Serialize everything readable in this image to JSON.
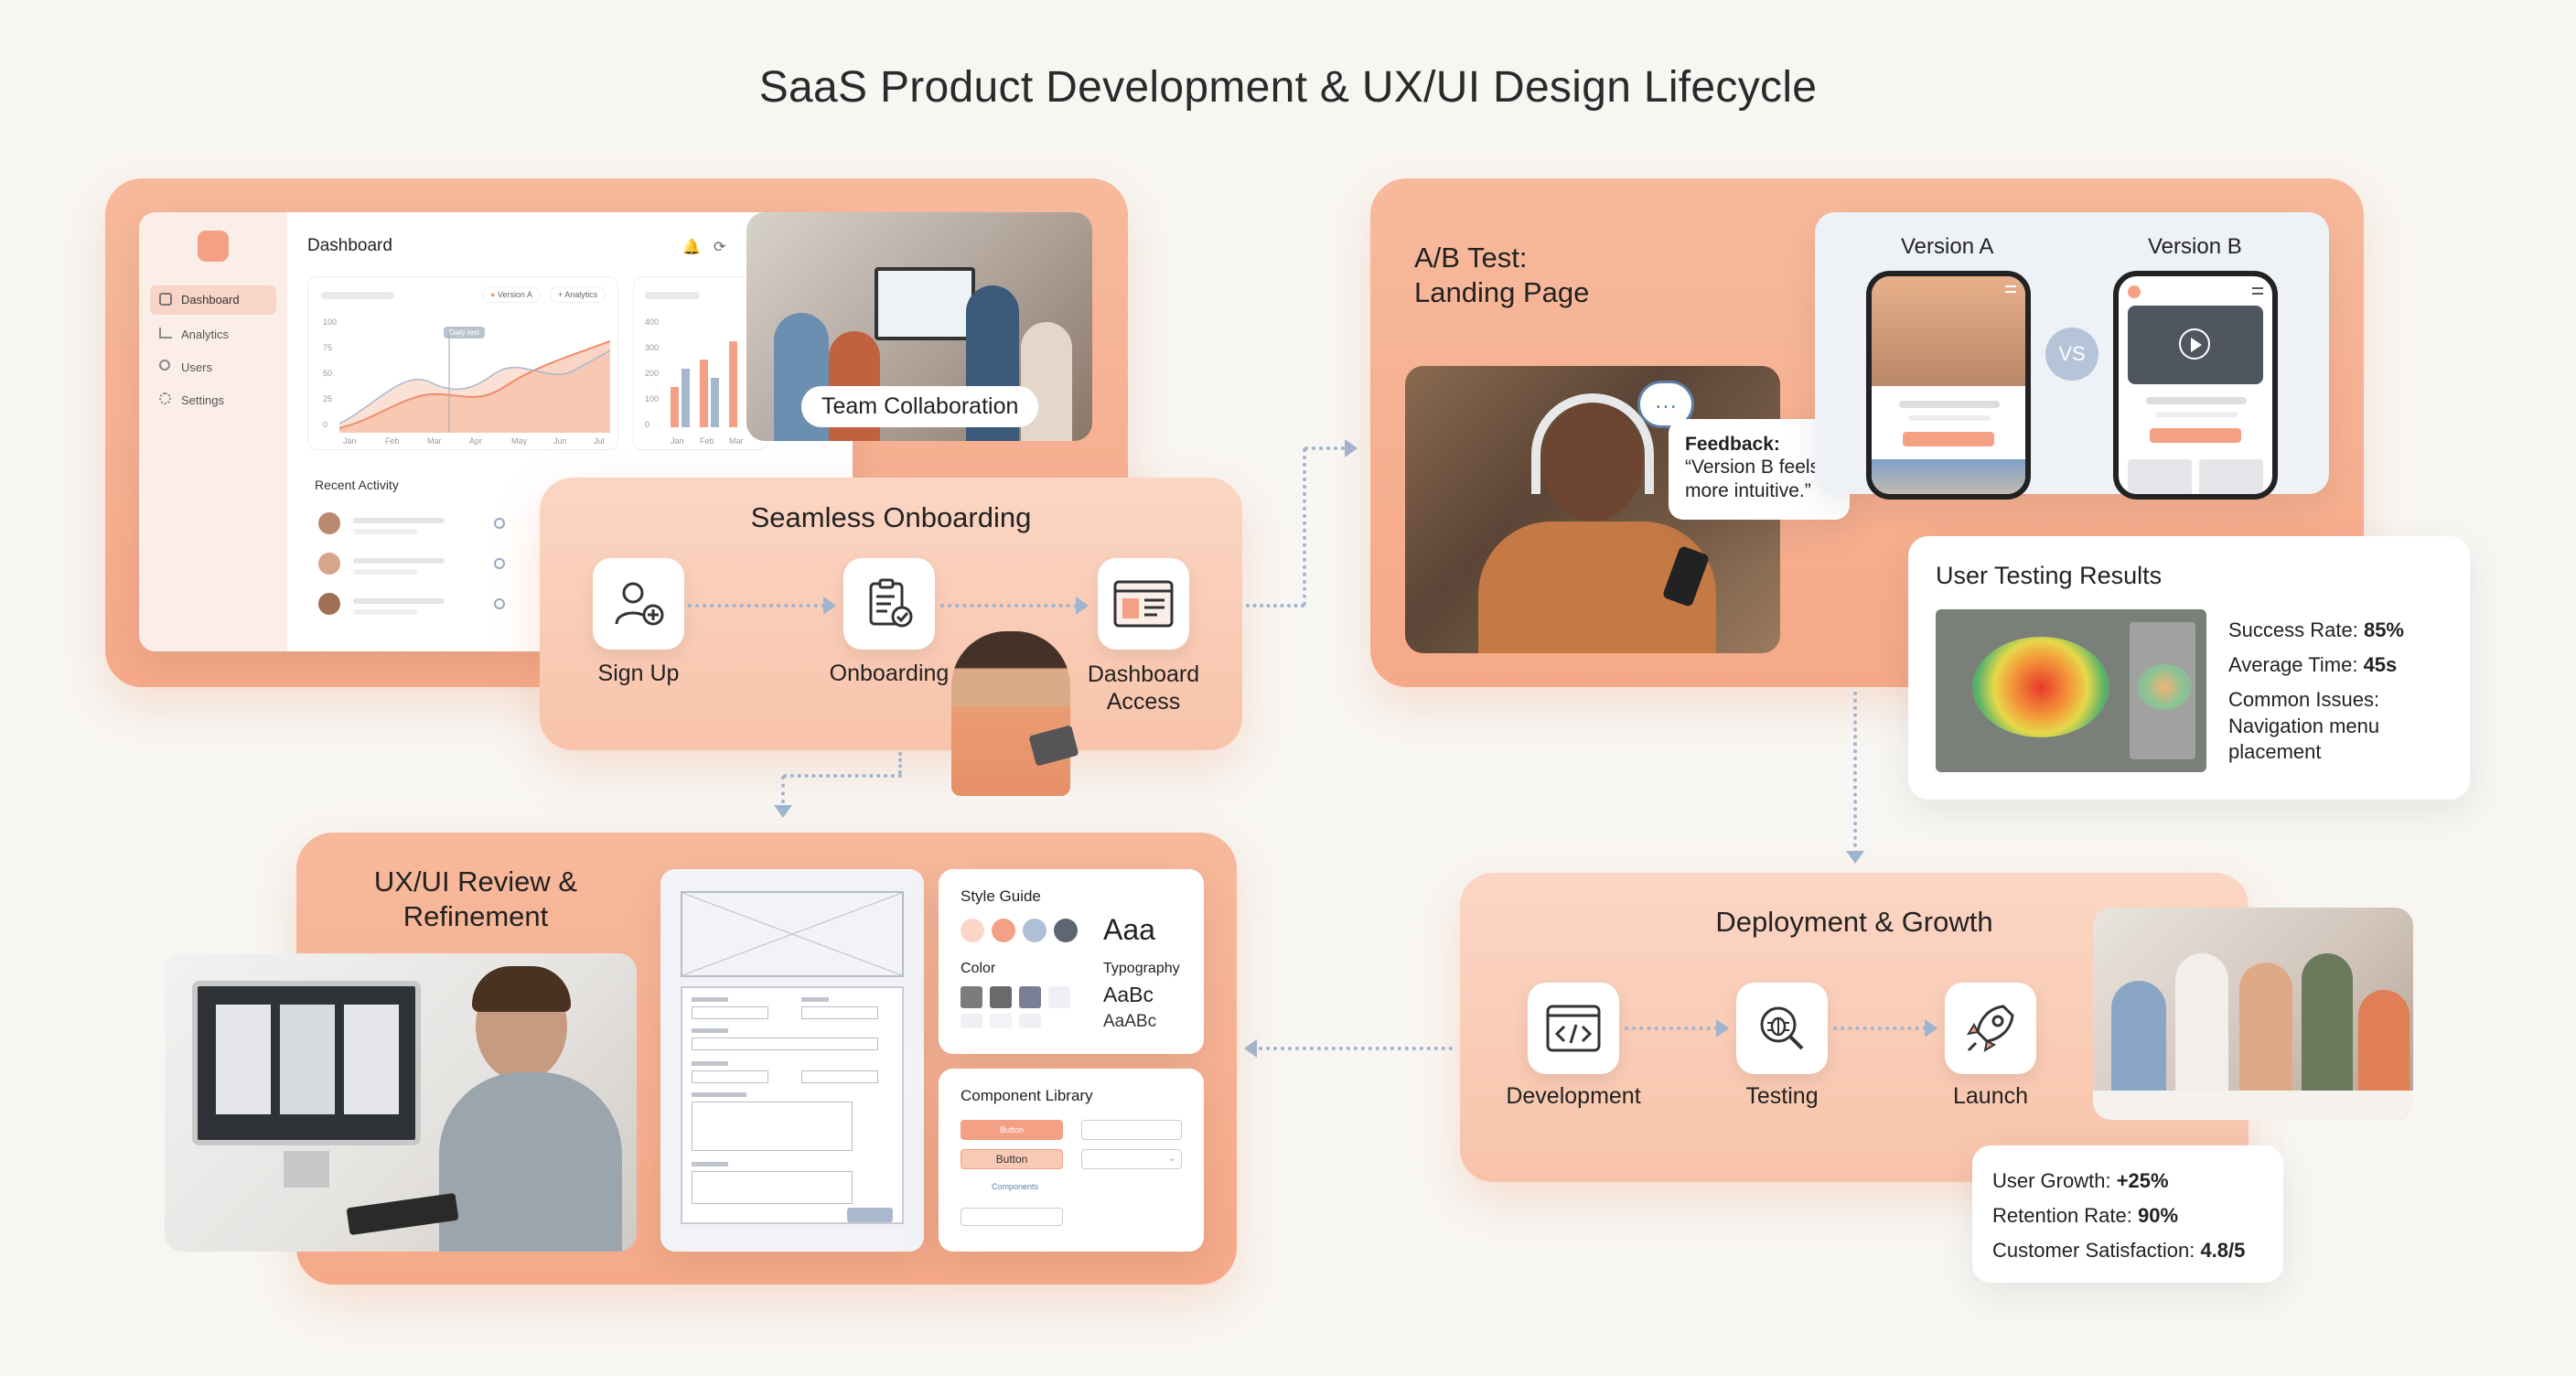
{
  "title": "SaaS Product Development & UX/UI Design Lifecycle",
  "dashboard": {
    "title": "Dashboard",
    "nav": [
      "Dashboard",
      "Analytics",
      "Users",
      "Settings"
    ],
    "chips": [
      "Version A",
      "Analytics"
    ],
    "chart_tag": "Daily test",
    "y_ticks": [
      "100",
      "75",
      "50",
      "25",
      "0"
    ],
    "x_ticks": [
      "Jan",
      "Feb",
      "Mar",
      "Apr",
      "May",
      "Jun",
      "Jul"
    ],
    "bar_y_ticks": [
      "400",
      "300",
      "200",
      "100",
      "0"
    ],
    "bar_x_ticks": [
      "Jan",
      "Feb",
      "Mar"
    ],
    "recent_activity": "Recent Activity",
    "photo_caption": "Team Collaboration"
  },
  "onboarding": {
    "title": "Seamless Onboarding",
    "steps": [
      "Sign Up",
      "Onboarding",
      "Dashboard\nAccess"
    ]
  },
  "ab_test": {
    "title_line1": "A/B Test:",
    "title_line2": "Landing Page",
    "version_a": "Version A",
    "version_b": "Version B",
    "vs": "VS",
    "feedback_label": "Feedback:",
    "feedback_quote": "“Version B feels more intuitive.”"
  },
  "user_testing": {
    "title": "User Testing Results",
    "rows": [
      {
        "label": "Success Rate: ",
        "value": "85%"
      },
      {
        "label": "Average Time: ",
        "value": "45s"
      }
    ],
    "issues_label": "Common Issues:",
    "issues_value": "Navigation menu placement"
  },
  "review": {
    "title_line1": "UX/UI Review &",
    "title_line2": "Refinement",
    "style_guide": "Style Guide",
    "aaa": "Aaa",
    "color": "Color",
    "typography": "Typography",
    "type_sample1": "AaBc",
    "type_sample2": "AaABc",
    "component_library": "Component Library",
    "button1": "Button",
    "button2": "Button",
    "components": "Components",
    "swatches": [
      "#fbd6c6",
      "#f4a085",
      "#aec0d6",
      "#5d6675"
    ],
    "gray_swatches": [
      "#7c7c7c",
      "#6a6a6a",
      "#7a7f96",
      "#eef0f4"
    ]
  },
  "deployment": {
    "title": "Deployment & Growth",
    "steps": [
      "Development",
      "Testing",
      "Launch"
    ]
  },
  "metrics": {
    "rows": [
      {
        "label": "User Growth: ",
        "value": "+25%"
      },
      {
        "label": "Retention Rate: ",
        "value": "90%"
      },
      {
        "label": "Customer Satisfaction: ",
        "value": "4.8/5"
      }
    ]
  },
  "colors": {
    "panel": "#f5a988",
    "accent": "#f2957a",
    "connector": "#9fb4cf"
  }
}
